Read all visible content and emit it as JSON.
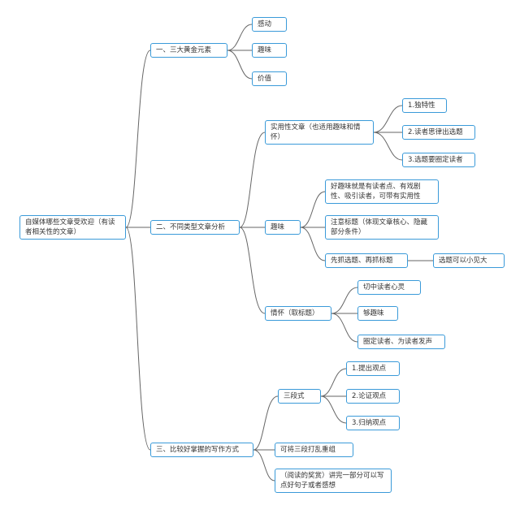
{
  "root": "自媒体哪些文章受欢迎（有读者相关性的文章）",
  "branch1": {
    "label": "一、三大黄金元素",
    "items": [
      "感动",
      "趣味",
      "价值"
    ]
  },
  "branch2": {
    "label": "二、不同类型文章分析",
    "practical": {
      "label": "实用性文章（也适用趣味和情怀）",
      "items": [
        "1.独特性",
        "2.读者思律出选题",
        "3.选题要圈定读者"
      ]
    },
    "fun": {
      "label": "趣味",
      "items": [
        "好趣味就是有读者点、有戏剧性、吸引读者，可带有实用性",
        "注意标题（体现文章核心、隐藏部分条件）",
        "先抓选题、再抓标题"
      ],
      "sub": "选题可以小见大"
    },
    "feeling": {
      "label": "情怀（取标题）",
      "items": [
        "切中读者心灵",
        "够趣味",
        "圈定读者、为读者发声"
      ]
    }
  },
  "branch3": {
    "label": "三、比较好掌握的写作方式",
    "three": {
      "label": "三段式",
      "items": [
        "1.提出观点",
        "2.论证观点",
        "3.归纳观点"
      ]
    },
    "shuffle": "可将三段打乱重组",
    "reward": "（阅读的奖赏）讲完一部分可以写点好句子或者感想"
  }
}
